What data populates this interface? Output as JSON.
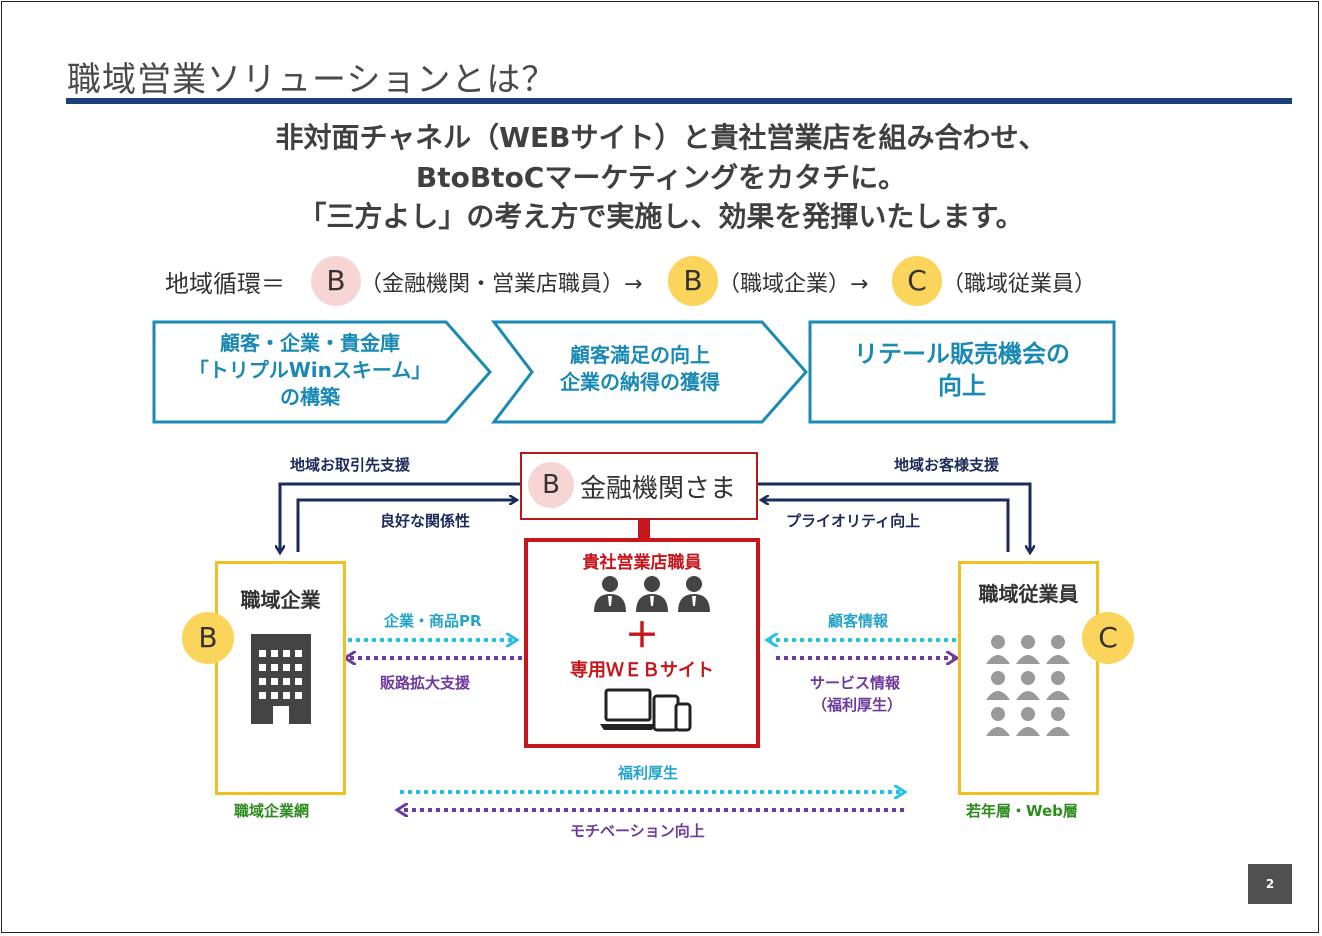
{
  "page": {
    "title": "職域営業ソリューションとは？",
    "page_number": "2"
  },
  "headline": {
    "line1": "非対面チャネル（WEBサイト）と貴社営業店を組み合わせ、",
    "line2": "BtoBtoCマーケティングをカタチに。",
    "line3": "「三方よし」の考え方で実施し、効果を発揮いたします。"
  },
  "loop": {
    "label": "地域循環＝",
    "b1_letter": "B",
    "b1_text": "（金融機関・営業店職員）→",
    "b2_letter": "B",
    "b2_text": "（職域企業）→",
    "c_letter": "C",
    "c_text": "（職域従業員）"
  },
  "chevrons": [
    {
      "line1": "顧客・企業・貴金庫",
      "line2": "「トリプルWinスキーム」",
      "line3": "の構築"
    },
    {
      "line1": "顧客満足の向上",
      "line2": "企業の納得の獲得"
    },
    {
      "line1": "リテール販売機会の",
      "line2": "向上"
    }
  ],
  "diagram": {
    "financial_letter": "B",
    "financial_label": "金融機関さま",
    "left_top_label": "地域お取引先支援",
    "left_mid_label": "良好な関係性",
    "right_top_label": "地域お客様支援",
    "right_mid_label": "プライオリティ向上",
    "company_title": "職域企業",
    "company_letter": "B",
    "company_footer": "職域企業網",
    "employee_title": "職域従業員",
    "employee_letter": "C",
    "employee_footer": "若年層・Web層",
    "center_title": "貴社営業店職員",
    "center_plus": "＋",
    "center_web": "専用ＷＥＢサイト",
    "arrow_company_pr": "企業・商品PR",
    "arrow_sales_support": "販路拡大支援",
    "arrow_customer_info": "顧客情報",
    "arrow_service_info1": "サービス情報",
    "arrow_service_info2": "（福利厚生）",
    "arrow_welfare": "福利厚生",
    "arrow_motivation": "モチベーション向上"
  },
  "colors": {
    "title_rule": "#1c3f7a",
    "chevron_border": "#1a8ab5",
    "navy_arrow": "#1b2b5a",
    "cyan_arrow": "#25c0e8",
    "purple_arrow": "#6e3a9c",
    "red_box": "#c6161c",
    "yellow_box": "#f0c020",
    "pink_circle": "#f8d5d5",
    "yellow_circle": "#fbd55b"
  }
}
